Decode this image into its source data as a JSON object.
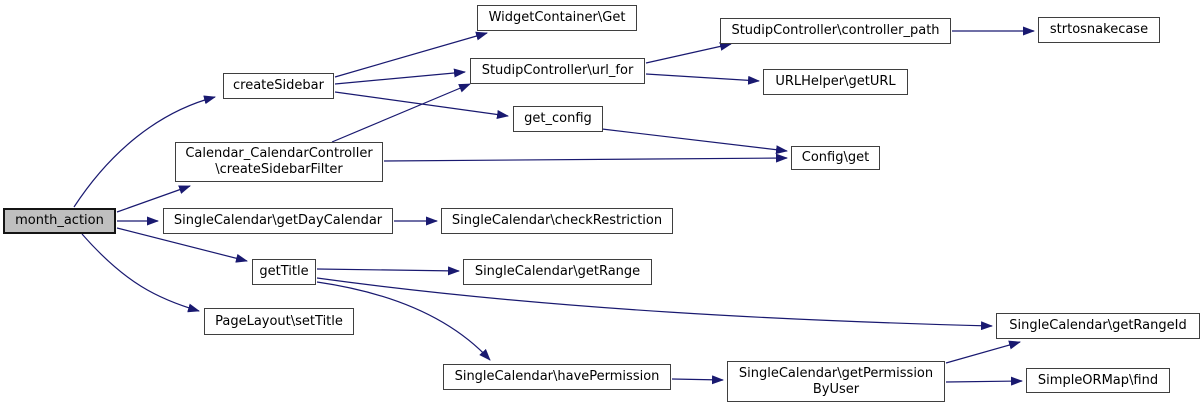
{
  "graph": {
    "type": "call-graph",
    "root_function": "month_action",
    "colors": {
      "edge": "#191970",
      "node_border": "#3f3f3f",
      "node_fill": "#ffffff",
      "root_fill": "#bfbfbf",
      "text": "#000000"
    },
    "nodes": {
      "month_action": {
        "label": "month_action"
      },
      "createSidebar": {
        "label": "createSidebar"
      },
      "createSidebarFilter": {
        "line1": "Calendar_CalendarController",
        "line2": "\\createSidebarFilter"
      },
      "widgetContainerGet": {
        "label": "WidgetContainer\\Get"
      },
      "urlFor": {
        "label": "StudipController\\url_for"
      },
      "getConfig": {
        "label": "get_config"
      },
      "controllerPath": {
        "label": "StudipController\\controller_path"
      },
      "strtosnakecase": {
        "label": "strtosnakecase"
      },
      "getURL": {
        "label": "URLHelper\\getURL"
      },
      "configGet": {
        "label": "Config\\get"
      },
      "getDayCalendar": {
        "label": "SingleCalendar\\getDayCalendar"
      },
      "checkRestriction": {
        "label": "SingleCalendar\\checkRestriction"
      },
      "getTitle": {
        "label": "getTitle"
      },
      "getRange": {
        "label": "SingleCalendar\\getRange"
      },
      "setTitle": {
        "label": "PageLayout\\setTitle"
      },
      "havePermission": {
        "label": "SingleCalendar\\havePermission"
      },
      "getPermissionByUser": {
        "line1": "SingleCalendar\\getPermission",
        "line2": "ByUser"
      },
      "getRangeId": {
        "label": "SingleCalendar\\getRangeId"
      },
      "simpleORMapFind": {
        "label": "SimpleORMap\\find"
      }
    },
    "edges": [
      {
        "from": "month_action",
        "to": "createSidebar"
      },
      {
        "from": "month_action",
        "to": "createSidebarFilter"
      },
      {
        "from": "month_action",
        "to": "getDayCalendar"
      },
      {
        "from": "month_action",
        "to": "getTitle"
      },
      {
        "from": "month_action",
        "to": "setTitle"
      },
      {
        "from": "createSidebar",
        "to": "widgetContainerGet"
      },
      {
        "from": "createSidebar",
        "to": "urlFor"
      },
      {
        "from": "createSidebar",
        "to": "getConfig"
      },
      {
        "from": "createSidebarFilter",
        "to": "urlFor"
      },
      {
        "from": "createSidebarFilter",
        "to": "configGet"
      },
      {
        "from": "getConfig",
        "to": "configGet"
      },
      {
        "from": "urlFor",
        "to": "controllerPath"
      },
      {
        "from": "urlFor",
        "to": "getURL"
      },
      {
        "from": "controllerPath",
        "to": "strtosnakecase"
      },
      {
        "from": "getDayCalendar",
        "to": "checkRestriction"
      },
      {
        "from": "getTitle",
        "to": "getRange"
      },
      {
        "from": "getTitle",
        "to": "getRangeId"
      },
      {
        "from": "getTitle",
        "to": "havePermission"
      },
      {
        "from": "havePermission",
        "to": "getPermissionByUser"
      },
      {
        "from": "getPermissionByUser",
        "to": "getRangeId"
      },
      {
        "from": "getPermissionByUser",
        "to": "simpleORMapFind"
      }
    ]
  }
}
